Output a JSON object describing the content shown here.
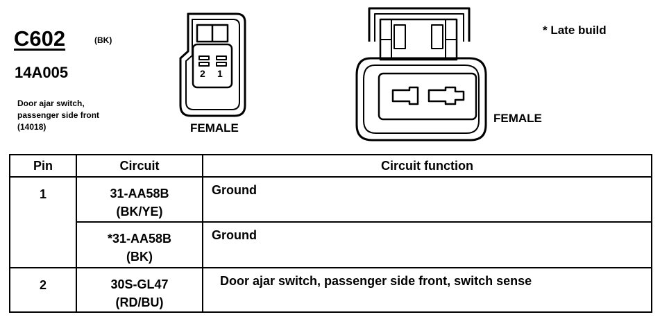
{
  "header": {
    "connector_id": "C602",
    "color_code": "(BK)",
    "part_number": "14A005",
    "description_lines": [
      "Door ajar switch,",
      "passenger side front",
      "(14018)"
    ],
    "note": "* Late build"
  },
  "left_connector": {
    "label": "FEMALE",
    "pin_labels": [
      "2",
      "1"
    ]
  },
  "right_connector": {
    "label": "FEMALE"
  },
  "table": {
    "headers": [
      "Pin",
      "Circuit",
      "Circuit function"
    ],
    "rows": [
      {
        "pin": "1",
        "circuit": "31-AA58B",
        "color": "(BK/YE)",
        "function": "Ground"
      },
      {
        "pin": "",
        "circuit": "*31-AA58B",
        "color": "(BK)",
        "function": "Ground"
      },
      {
        "pin": "2",
        "circuit": "30S-GL47",
        "color": "(RD/BU)",
        "function": "Door ajar switch, passenger side front, switch sense"
      }
    ]
  }
}
